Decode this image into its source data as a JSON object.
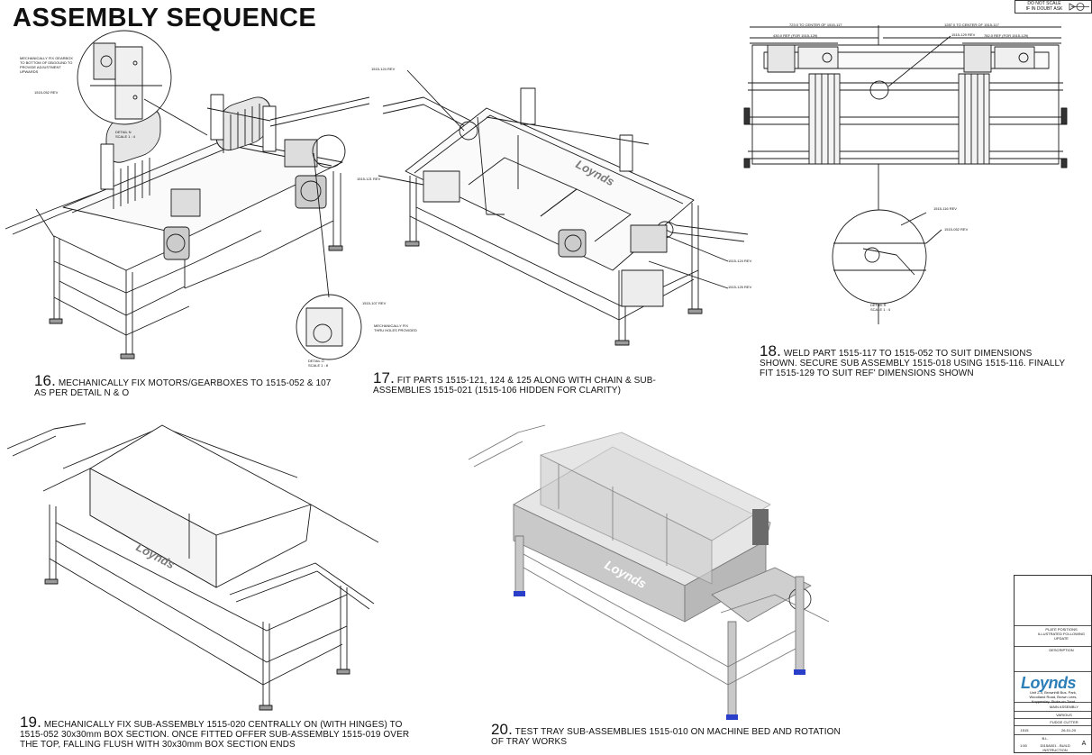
{
  "title": "ASSEMBLY SEQUENCE",
  "scale_stamp": {
    "line1": "DO NOT SCALE",
    "line2": "IF IN DOUBT ASK"
  },
  "steps": [
    {
      "num": "16.",
      "text1": "MECHANICALLY FIX MOTORS/GEARBOXES TO 1515-052 & 107",
      "text2": "AS PER DETAIL N & O"
    },
    {
      "num": "17.",
      "text1": "FIT PARTS 1515-121, 124 & 125 ALONG WITH CHAIN & SUB-",
      "text2": "ASSEMBLIES 1515-021 (1515-106 HIDDEN FOR CLARITY)"
    },
    {
      "num": "18.",
      "text1": "WELD PART 1515-117 TO 1515-052 TO SUIT DIMENSIONS",
      "text2": "SHOWN. SECURE  SUB ASSEMBLY 1515-018 USING 1515-116. FINALLY",
      "text3": "FIT 1515-129 TO SUIT REF' DIMENSIONS SHOWN"
    },
    {
      "num": "19.",
      "text1": "MECHANICALLY FIX SUB-ASSEMBLY 1515-020 CENTRALLY ON (WITH HINGES) TO",
      "text2": "1515-052 30x30mm BOX SECTION. ONCE FITTED OFFER SUB-ASSEMBLY 1515-019 OVER",
      "text3": "THE TOP, FALLING FLUSH WITH 30x30mm BOX SECTION ENDS"
    },
    {
      "num": "20.",
      "text1": "TEST TRAY SUB-ASSEMBLIES 1515-010 ON MACHINE BED AND ROTATION",
      "text2": "OF TRAY WORKS"
    }
  ],
  "callouts": {
    "detail_n_note": "MECHANICALLY FIX GEARBOX TO BOTTOM OF DBGOUND TO PROVIDE ADJUSTMENT UPWARDS",
    "rev_052": "1515-052 REV",
    "detail_n": "DETAIL N",
    "detail_n_scale": "SCALE 1 : 4",
    "rev_107": "1515-107 REV",
    "holes_note": "MECHANICALLY FIX THRU HOLES PROVIDED",
    "detail_o": "DETAIL O",
    "detail_o_scale": "SCALE 1 : 8",
    "rev_124": "1515-124 REV",
    "rev_121": "1515-121 REV",
    "rev_125": "1515-125 REV",
    "dim_left": "723.0 TO CENTER OF 1515-117",
    "dim_right": "1287.0 TO CENTER OF 1515-117",
    "dim_ref_left": "430.0 REF (FOR 1515-129)",
    "dim_ref_right": "782.0 REF (FOR 1515-129)",
    "rev_129": "1515-129 REV",
    "rev_116": "1515-116 REV",
    "rev_052b": "1515-052 REV",
    "detail_r": "DETAIL R",
    "detail_r_scale": "SCALE 1 : 4"
  },
  "brand_mark": "Loynds",
  "title_block": {
    "desc1": "PLATE POSITIONS",
    "desc2": "ILLUSTRATED FOLLOWING",
    "desc3": "UPDATE",
    "description_label": "DESCRIPTION",
    "logo": "Loynds",
    "address": "Unit 2-4, Brownhill Bus. Park, Woodland Road, Brown Lees, Knypersley, Stoke-on-Trent",
    "component": "MAIN ASSEMBLY",
    "variant": "VARIOUS",
    "machine": "FUDGE CUTTER",
    "project": "1515",
    "date": "26-01-20",
    "drawn": "B.L.",
    "scale": "1:50",
    "drawing_no": "1515A001 - BUILD INSTRUCTION",
    "sheet": "A"
  },
  "colors": {
    "ink": "#1a1a1a",
    "logo": "#2c7fb8",
    "gray_fill": "#c9c9c9",
    "feet": "#2a3fc9"
  }
}
